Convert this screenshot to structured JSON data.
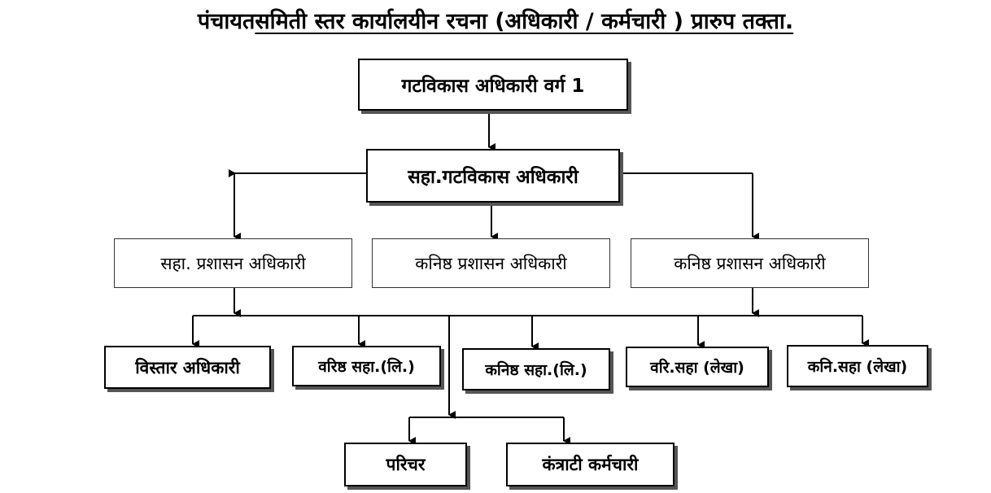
{
  "title": {
    "prefix": "पंचायत",
    "underlined": "समिती स्तर कार्यालयीन रचना (अधिकारी / कर्मचारी ) प्रारुप तक्ता."
  },
  "nodes": {
    "bdo": "गटविकास अधिकारी वर्ग 1",
    "asst_bdo": "सहा.गटविकास अधिकारी",
    "asst_admin_officer": "सहा. प्रशासन अधिकारी",
    "junior_admin_officer_1": "कनिष्ठ प्रशासन अधिकारी",
    "junior_admin_officer_2": "कनिष्ठ प्रशासन अधिकारी",
    "extension_officer": "विस्तार अधिकारी",
    "senior_asst_clerical": "वरिष्ठ सहा.(लि.)",
    "junior_asst_clerical": "कनिष्ठ सहा.(लि.)",
    "senior_asst_accounts": "वरि.सहा (लेखा)",
    "junior_asst_accounts": "कनि.सहा (लेखा)",
    "attendant": "परिचर",
    "contract_staff": "कंत्राटी कर्मचारी"
  }
}
